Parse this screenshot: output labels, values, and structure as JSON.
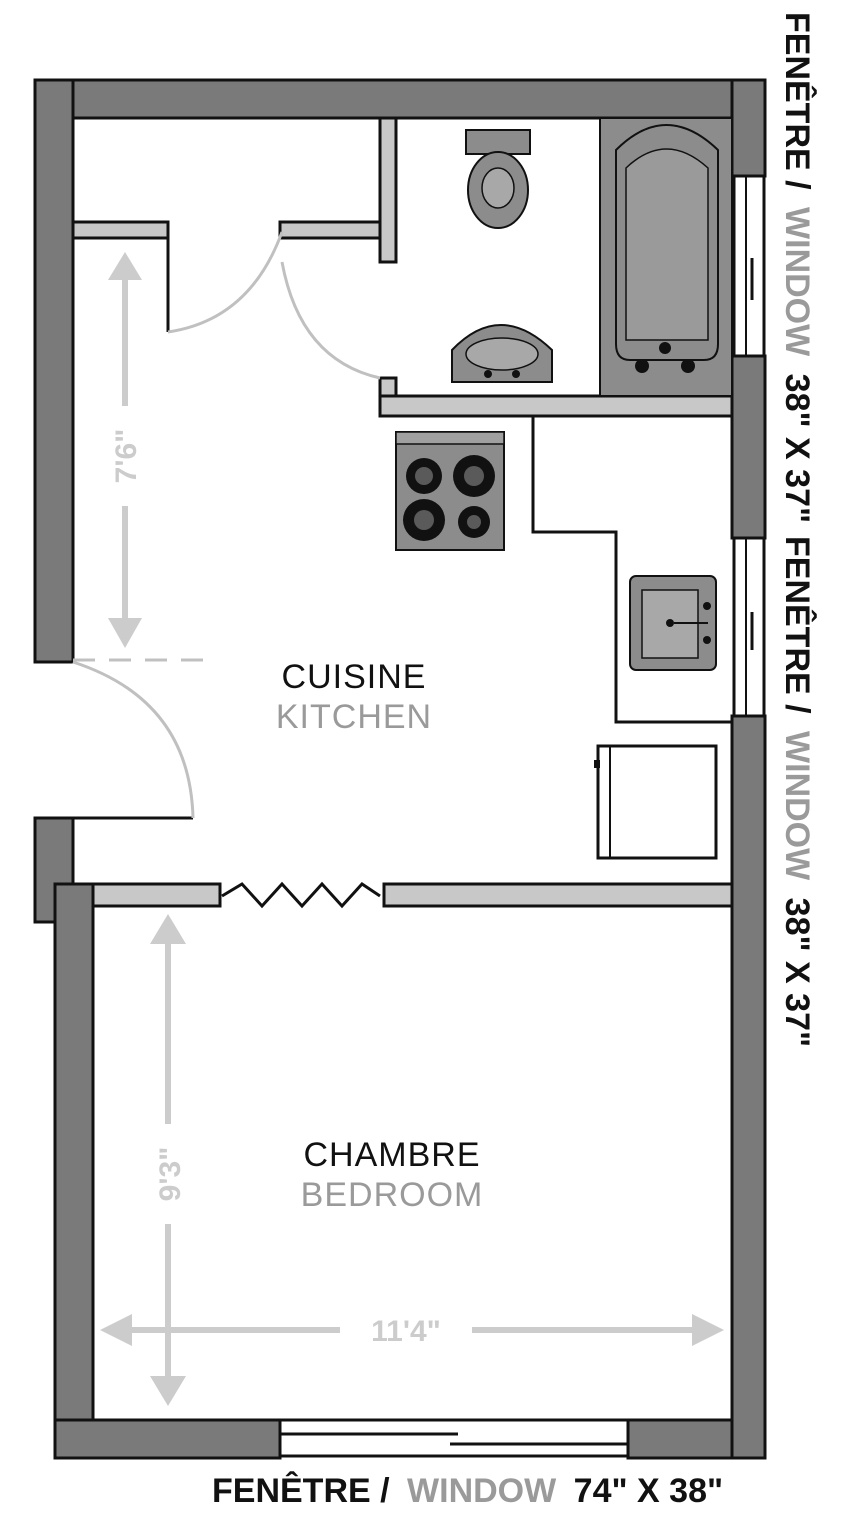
{
  "rooms": {
    "kitchen": {
      "label_fr": "CUISINE",
      "label_en": "KITCHEN"
    },
    "bedroom": {
      "label_fr": "CHAMBRE",
      "label_en": "BEDROOM"
    }
  },
  "dimensions": {
    "kitchen_depth": "7'6\"",
    "bedroom_depth": "9'3\"",
    "bedroom_width": "11'4\""
  },
  "windows": {
    "bottom": {
      "fr": "FENÊTRE /",
      "en": "WINDOW",
      "size": "74\" X 38\""
    },
    "right_top": {
      "fr": "FENÊTRE /",
      "en": "WINDOW",
      "size": "38\" X 37\""
    },
    "right_bottom": {
      "fr": "FENÊTRE /",
      "en": "WINDOW",
      "size": "38\" X 37\""
    }
  },
  "colors": {
    "wall_fill": "#7a7a7a",
    "wall_stroke": "#111111",
    "fixture_fill": "#8c8c8c",
    "partition_fill": "#c8c8c8",
    "dimension": "#cccccc"
  },
  "fixtures": [
    "toilet-icon",
    "sink-icon",
    "bathtub-icon",
    "stove-icon",
    "kitchen-sink-icon",
    "refrigerator-icon"
  ]
}
